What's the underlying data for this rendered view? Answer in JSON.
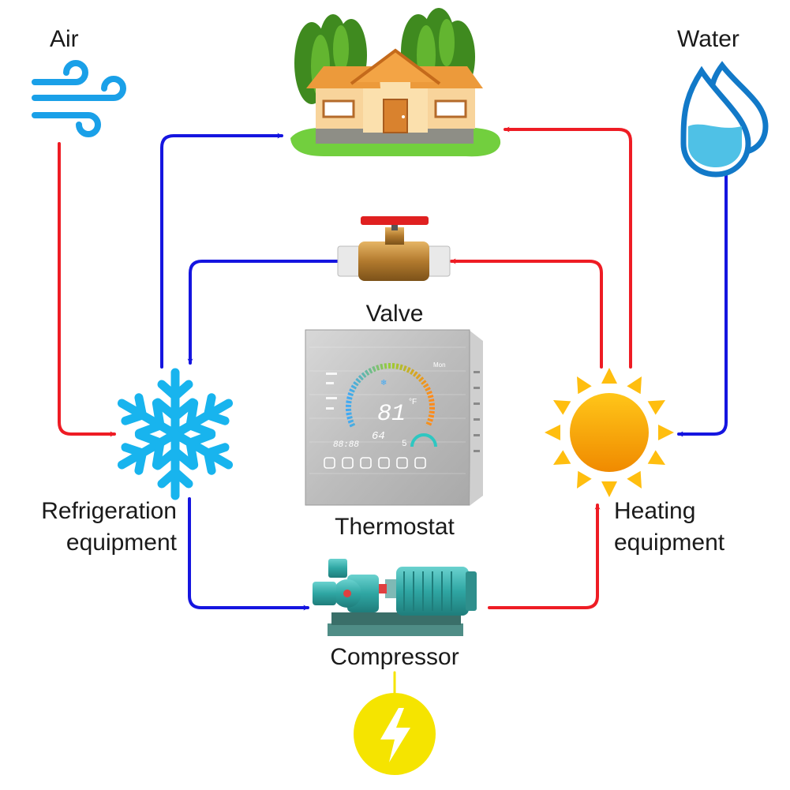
{
  "labels": {
    "air": "Air",
    "water": "Water",
    "valve": "Valve",
    "thermostat": "Thermostat",
    "refrigeration_line1": "Refrigeration",
    "refrigeration_line2": "equipment",
    "heating_line1": "Heating",
    "heating_line2": "equipment",
    "compressor": "Compressor"
  },
  "thermostat_display": {
    "set_temp": "81",
    "unit": "°F",
    "room_temp": "64",
    "clock": "88:88",
    "day": "Mon",
    "step": "5"
  },
  "colors": {
    "hot_line": "#ee1c24",
    "cold_line": "#1515e0",
    "snowflake": "#18b4ee",
    "sun": "#f7b500",
    "power": "#f5e400"
  },
  "icons": [
    "wind-icon",
    "water-drop-icon",
    "house-icon",
    "valve-icon",
    "snowflake-icon",
    "sun-icon",
    "thermostat-panel",
    "pump-motor-icon",
    "lightning-icon"
  ]
}
